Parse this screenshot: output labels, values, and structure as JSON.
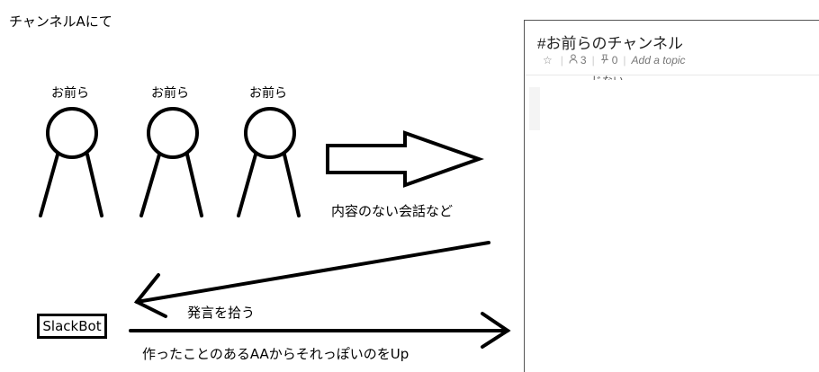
{
  "title": "チャンネルAにて",
  "people": [
    "お前ら",
    "お前ら",
    "お前ら"
  ],
  "labels": {
    "chatter": "内容のない会話など",
    "pick_up": "発言を拾う",
    "post": "作ったことのあるAAからそれっぽいのをUp"
  },
  "bot": "SlackBot",
  "slack": {
    "channel": "#お前らのチャンネル",
    "members": "3",
    "pins": "0",
    "topic": "Add a topic",
    "fragment": "じない"
  },
  "icons": [
    "star-icon",
    "person-icon",
    "pin-icon"
  ]
}
